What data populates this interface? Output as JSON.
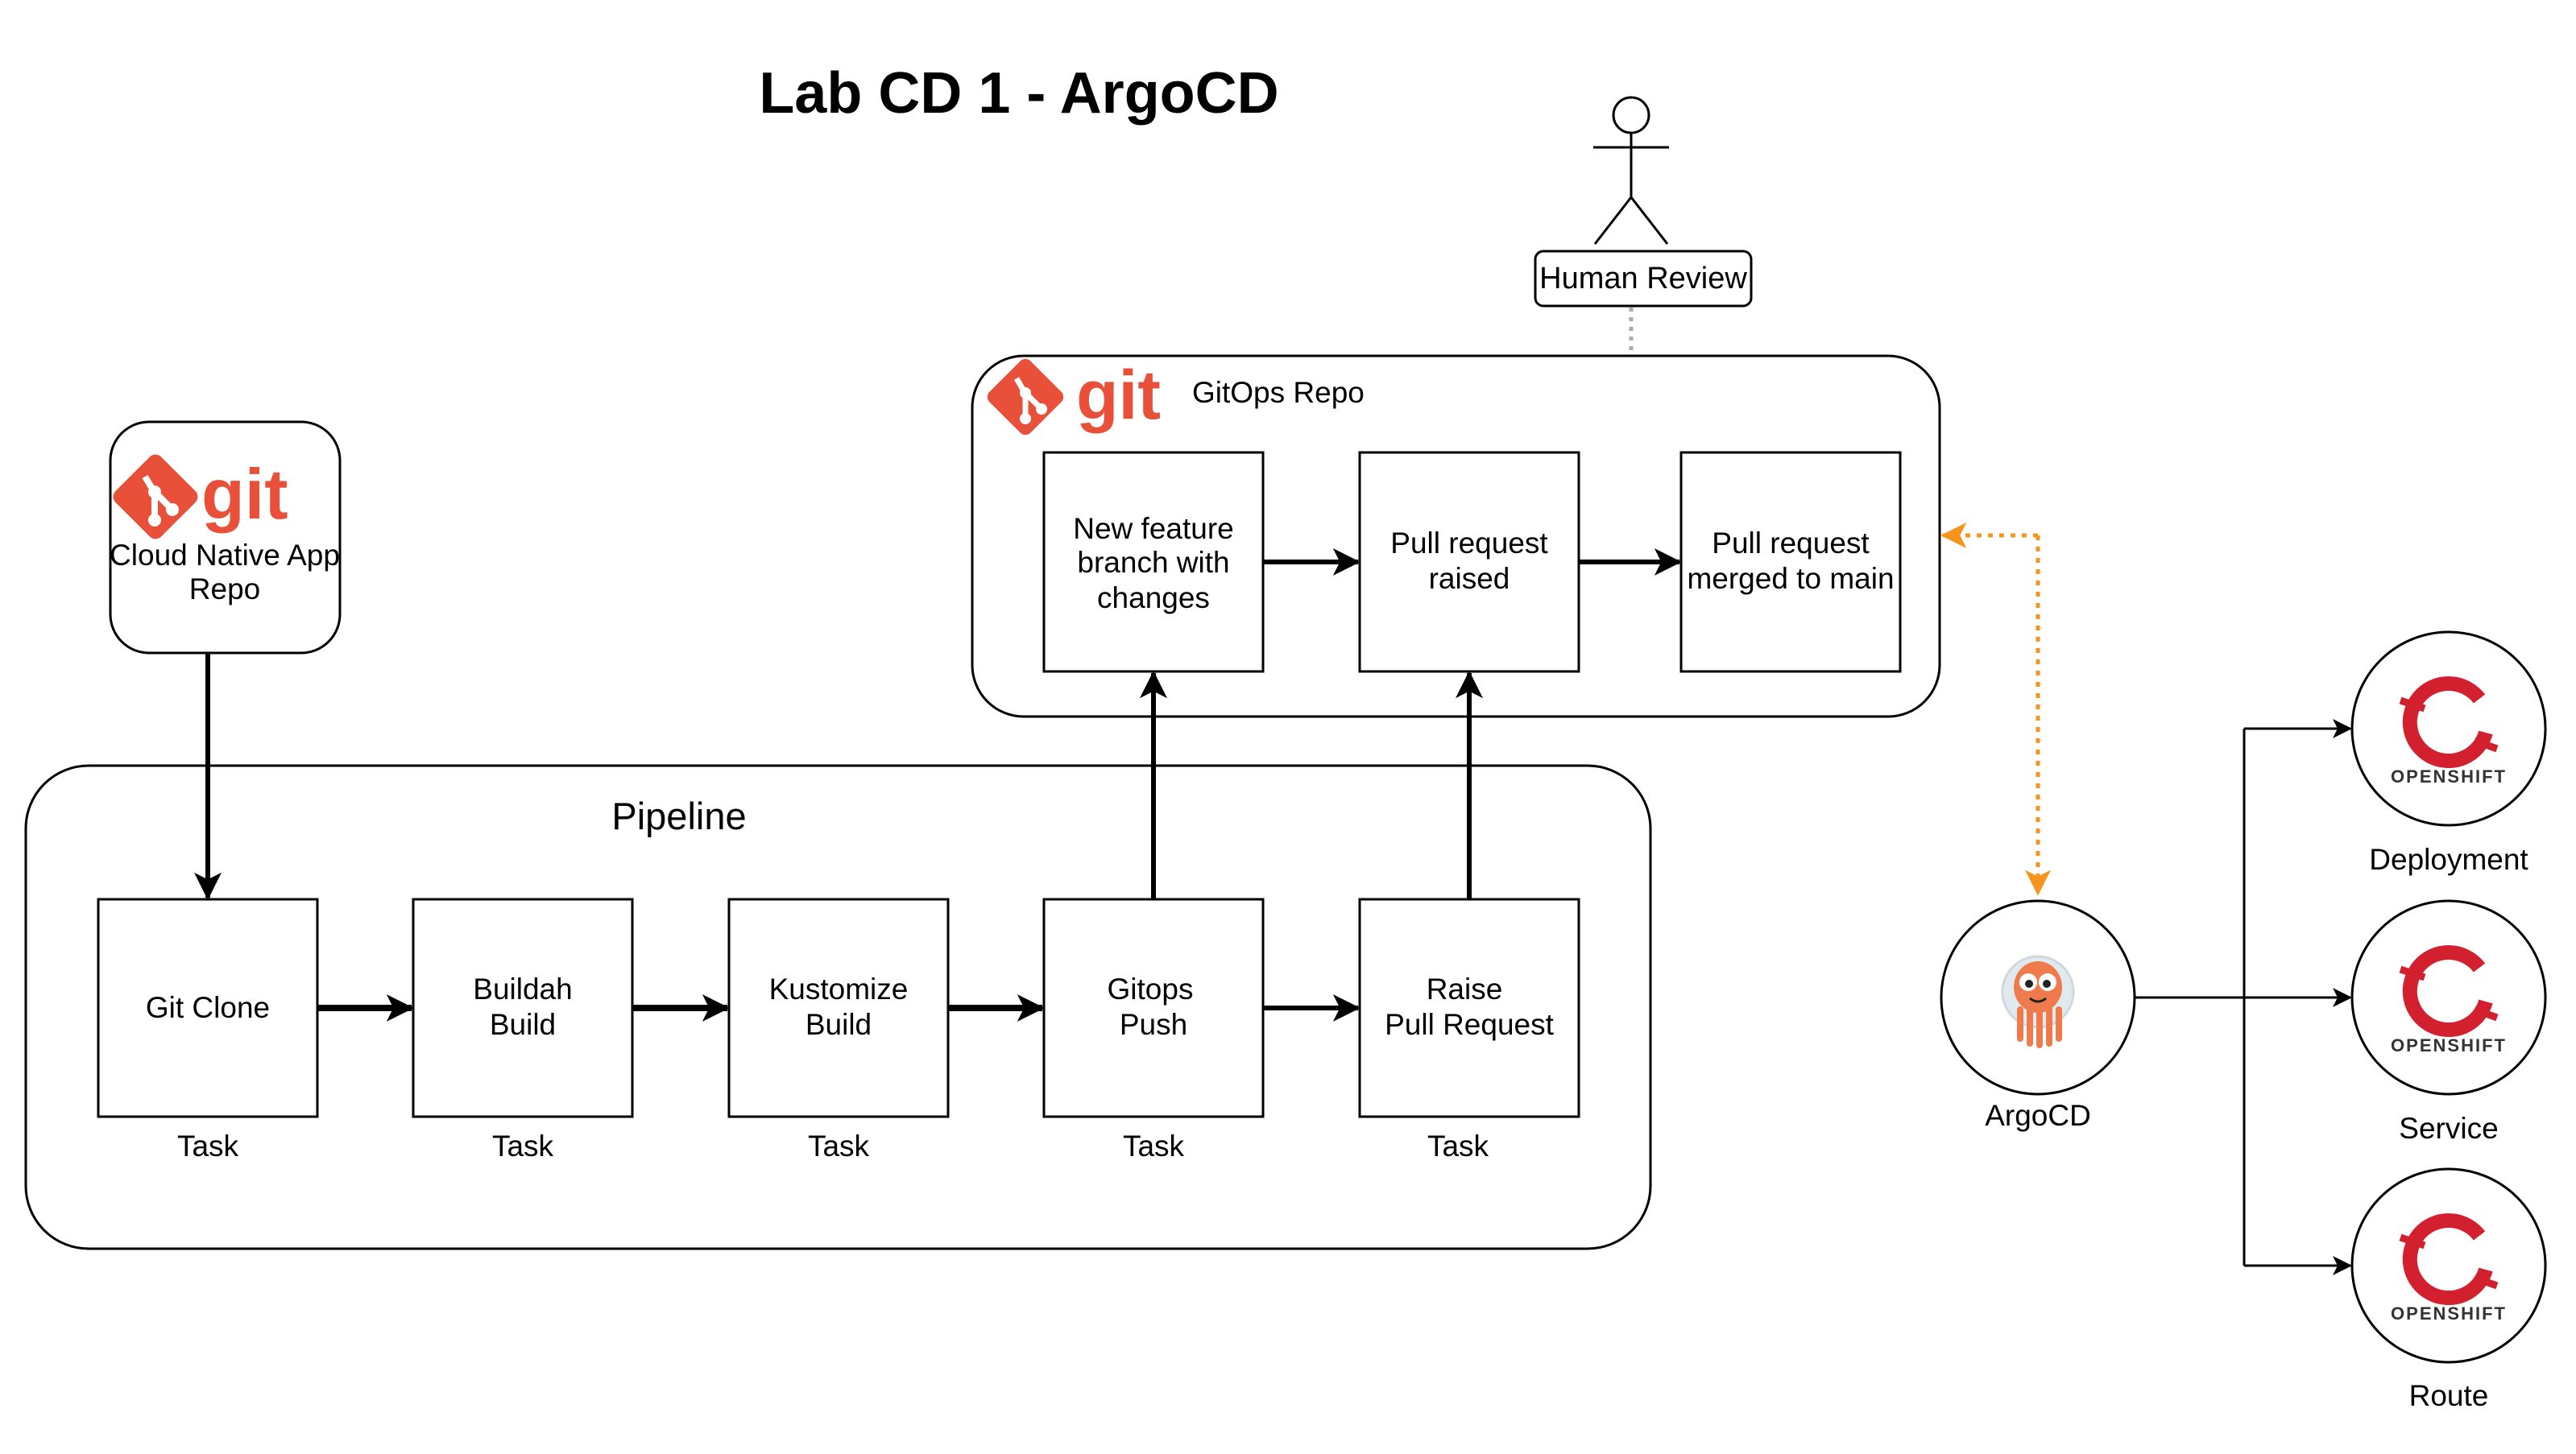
{
  "title": "Lab CD 1 - ArgoCD",
  "human_review": {
    "label": "Human Review"
  },
  "app_repo": {
    "logo_text": "git",
    "label_line1": "Cloud Native App",
    "label_line2": "Repo"
  },
  "gitops_repo": {
    "logo_text": "git",
    "label": "GitOps Repo",
    "steps": [
      {
        "lines": [
          "New feature",
          "branch with",
          "changes"
        ]
      },
      {
        "lines": [
          "Pull request",
          "raised"
        ]
      },
      {
        "lines": [
          "Pull request",
          "merged to main"
        ]
      }
    ]
  },
  "pipeline": {
    "label": "Pipeline",
    "tasks": [
      {
        "lines": [
          "Git Clone"
        ],
        "caption": "Task"
      },
      {
        "lines": [
          "Buildah",
          "Build"
        ],
        "caption": "Task"
      },
      {
        "lines": [
          "Kustomize",
          "Build"
        ],
        "caption": "Task"
      },
      {
        "lines": [
          "Gitops",
          "Push"
        ],
        "caption": "Task"
      },
      {
        "lines": [
          "Raise",
          "Pull Request"
        ],
        "caption": "Task"
      }
    ]
  },
  "argocd": {
    "label": "ArgoCD"
  },
  "openshift": {
    "logo_text": "OPENSHIFT",
    "resources": [
      "Deployment",
      "Service",
      "Route"
    ]
  },
  "colors": {
    "git_brand": "#e8503a",
    "openshift_brand": "#d3202f",
    "sync_arrow": "#f7941d",
    "review_line": "#aaaaaa"
  }
}
